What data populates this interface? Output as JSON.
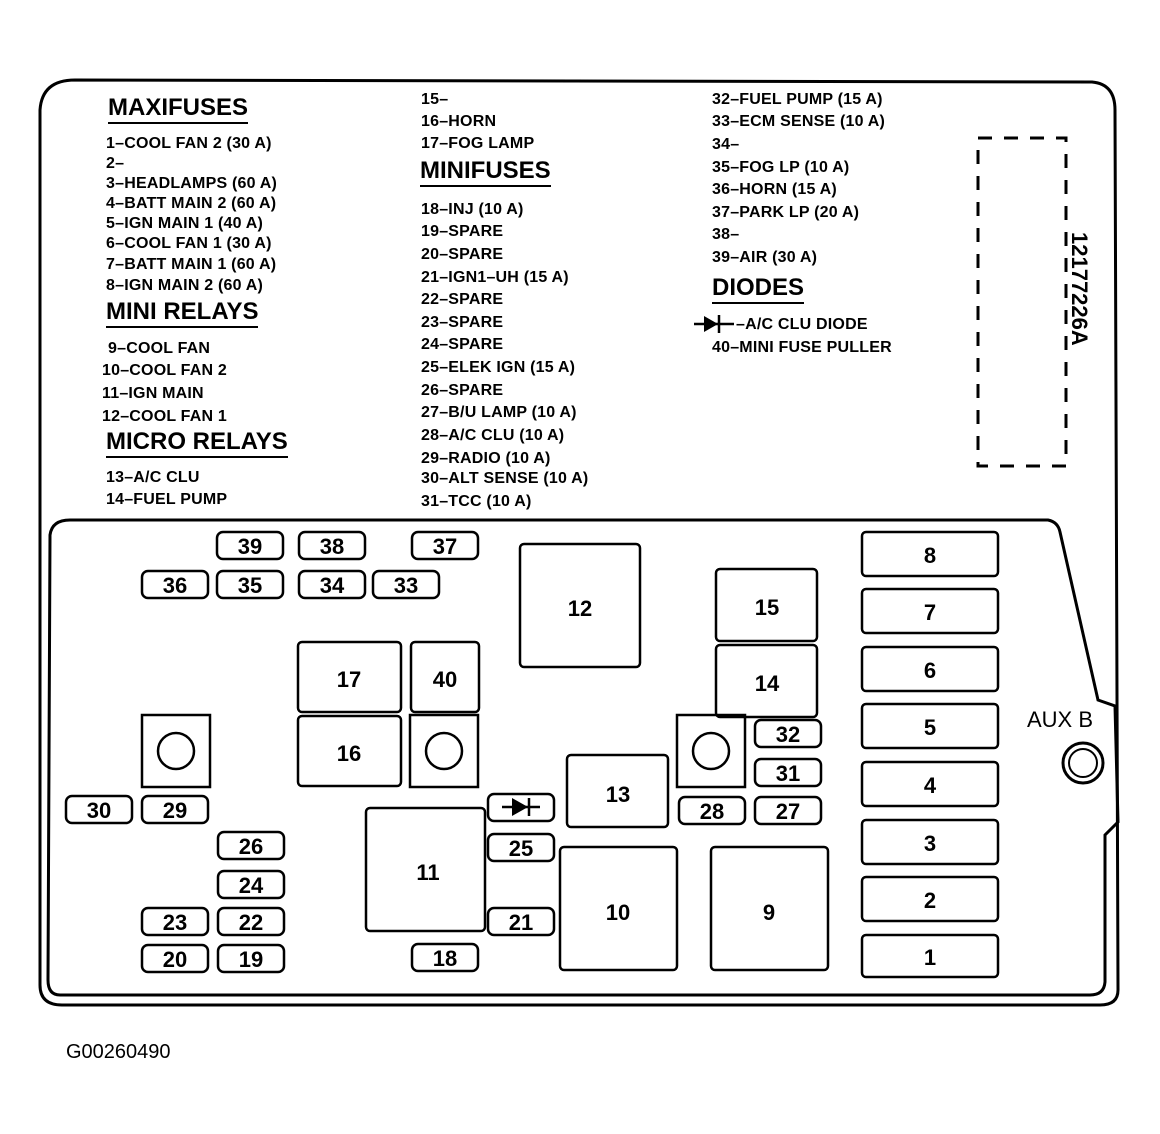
{
  "legend": {
    "maxifuses_title": "MAXIFUSES",
    "maxifuses": [
      "1–COOL FAN 2 (30 A)",
      "2–",
      "3–HEADLAMPS (60 A)",
      "4–BATT MAIN 2 (60 A)",
      "5–IGN MAIN 1 (40 A)",
      "6–COOL FAN 1 (30 A)",
      "7–BATT MAIN 1 (60 A)",
      "8–IGN MAIN 2 (60 A)"
    ],
    "mini_relays_title": "MINI RELAYS",
    "mini_relays": [
      "9–COOL FAN",
      "10–COOL FAN 2",
      "11–IGN MAIN",
      "12–COOL FAN 1"
    ],
    "micro_relays_title": "MICRO RELAYS",
    "micro_relays": [
      "13–A/C CLU",
      "14–FUEL PUMP"
    ],
    "col2_top": [
      "15–",
      "16–HORN",
      "17–FOG LAMP"
    ],
    "minifuses_title": "MINIFUSES",
    "minifuses_a": [
      "18–INJ (10 A)",
      "19–SPARE",
      "20–SPARE",
      "21–IGN1–UH (15 A)",
      "22–SPARE",
      "23–SPARE",
      "24–SPARE",
      "25–ELEK IGN (15 A)",
      "26–SPARE",
      "27–B/U LAMP (10 A)",
      "28–A/C CLU (10 A)",
      "29–RADIO (10 A)",
      "30–ALT SENSE (10 A)",
      "31–TCC (10 A)"
    ],
    "minifuses_b": [
      "32–FUEL PUMP (15 A)",
      "33–ECM SENSE (10 A)",
      "34–",
      "35–FOG LP (10 A)",
      "36–HORN (15 A)",
      "37–PARK LP (20 A)",
      "38–",
      "39–AIR (30 A)"
    ],
    "diodes_title": "DIODES",
    "diodes": [
      "–A/C CLU DIODE",
      "40–MINI FUSE PULLER"
    ]
  },
  "part_number": "12177226A",
  "figure_id": "G00260490",
  "aux_label": "AUX B",
  "components": {
    "c1": "1",
    "c2": "2",
    "c3": "3",
    "c4": "4",
    "c5": "5",
    "c6": "6",
    "c7": "7",
    "c8": "8",
    "c9": "9",
    "c10": "10",
    "c11": "11",
    "c12": "12",
    "c13": "13",
    "c14": "14",
    "c15": "15",
    "c16": "16",
    "c17": "17",
    "c18": "18",
    "c19": "19",
    "c20": "20",
    "c21": "21",
    "c22": "22",
    "c23": "23",
    "c24": "24",
    "c25": "25",
    "c26": "26",
    "c27": "27",
    "c28": "28",
    "c29": "29",
    "c30": "30",
    "c31": "31",
    "c32": "32",
    "c33": "33",
    "c34": "34",
    "c35": "35",
    "c36": "36",
    "c37": "37",
    "c38": "38",
    "c39": "39",
    "c40": "40"
  }
}
